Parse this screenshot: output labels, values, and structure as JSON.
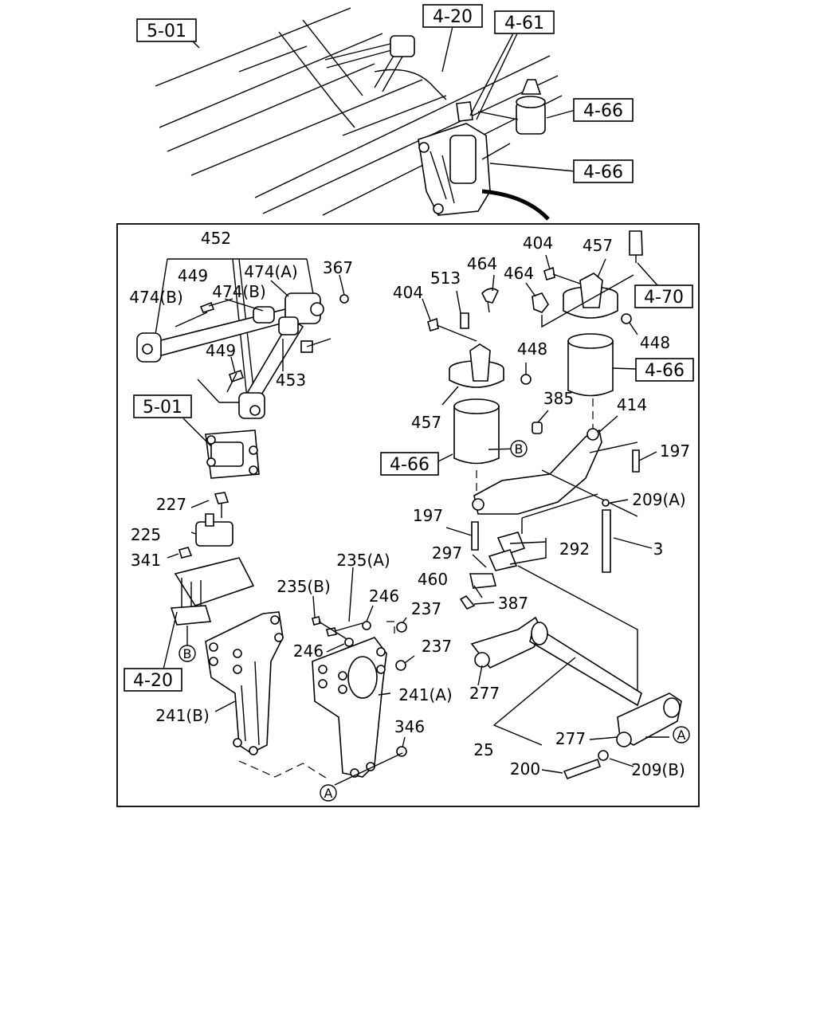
{
  "ref_boxes": {
    "r501_top": "5-01",
    "r420_top": "4-20",
    "r461": "4-61",
    "r466_a": "4-66",
    "r466_b": "4-66",
    "r470": "4-70",
    "r466_c": "4-66",
    "r501_mid": "5-01",
    "r466_d": "4-66",
    "r420_low": "4-20"
  },
  "callouts": {
    "c452": "452",
    "c449a": "449",
    "c474a": "474(A)",
    "c474b1": "474(B)",
    "c474b2": "474(B)",
    "c367": "367",
    "c449b": "449",
    "c453": "453",
    "c404a": "404",
    "c513": "513",
    "c464a": "464",
    "c404b": "404",
    "c457a": "457",
    "c464b": "464",
    "c448a": "448",
    "c448b": "448",
    "c457b": "457",
    "c385": "385",
    "c414": "414",
    "c197a": "197",
    "c209a": "209(A)",
    "c197b": "197",
    "c297": "297",
    "c292": "292",
    "c3": "3",
    "c460": "460",
    "c387": "387",
    "c227": "227",
    "c225": "225",
    "c341": "341",
    "c235a": "235(A)",
    "c235b": "235(B)",
    "c246a": "246",
    "c237a": "237",
    "c246b": "246",
    "c237b": "237",
    "c241a": "241(A)",
    "c241b": "241(B)",
    "c346": "346",
    "c277a": "277",
    "c277b": "277",
    "c25": "25",
    "c200": "200",
    "c209b": "209(B)"
  },
  "markers": {
    "b_upper": "B",
    "b_lower": "B",
    "a_right": "A",
    "a_bottom": "A"
  }
}
